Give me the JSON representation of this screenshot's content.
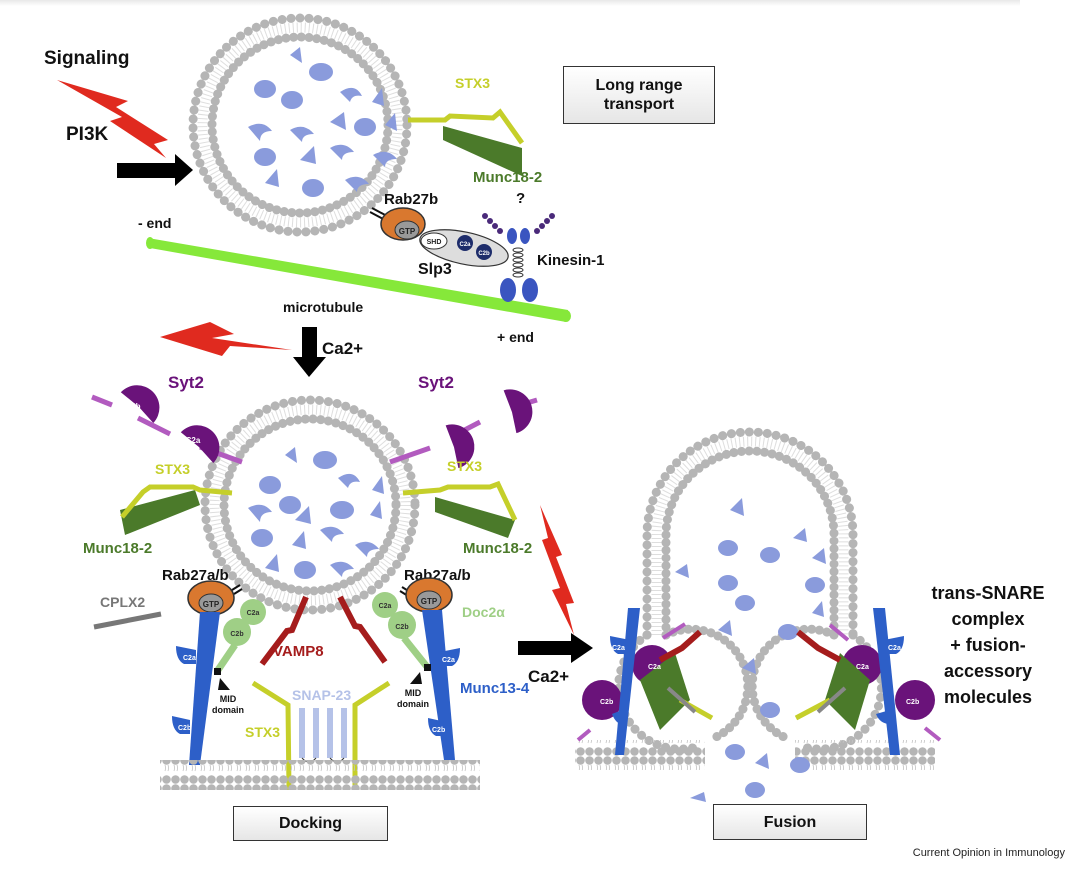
{
  "figure": {
    "stages": {
      "long_range": "Long range transport",
      "docking": "Docking",
      "fusion": "Fusion"
    },
    "labels": {
      "signaling": "Signaling",
      "pi3k": "PI3K",
      "minus_end": "- end",
      "plus_end": "+ end",
      "microtubule": "microtubule",
      "ca_top": "Ca2+",
      "ca_right": "Ca2+",
      "stx3": "STX3",
      "munc18_2": "Munc18-2",
      "question": "?",
      "rab27b": "Rab27b",
      "gtp": "GTP",
      "shd": "SHD",
      "slp3": "Slp3",
      "c2a": "C2a",
      "c2b": "C2b",
      "kinesin": "Kinesin-1",
      "syt2": "Syt2",
      "rab27ab": "Rab27a/b",
      "cplx2": "CPLX2",
      "vamp8": "VAMP8",
      "snap23": "SNAP-23",
      "doc2a": "Doc2α",
      "munc13_4": "Munc13-4",
      "mid_domain_1": "MID",
      "mid_domain_2": "domain"
    },
    "side_note": [
      "trans-SNARE",
      "complex",
      "+ fusion-",
      "accessory",
      "molecules"
    ],
    "credit": "Current Opinion in Immunology",
    "colors": {
      "membrane": "#b5b5b5",
      "granule_content": "#8a9bdc",
      "microtubule": "#86e83a",
      "stx3": "#c5cf2a",
      "munc18": "#4b7a2a",
      "rab27": "#d9782f",
      "syt2": "#6a137a",
      "munc13": "#2d5fc8",
      "doc2": "#9fcf86",
      "vamp8": "#a51c1c",
      "snap23": "#b5c2e8",
      "signal": "#e02a1f",
      "kinesin": "#3a55c0"
    }
  }
}
